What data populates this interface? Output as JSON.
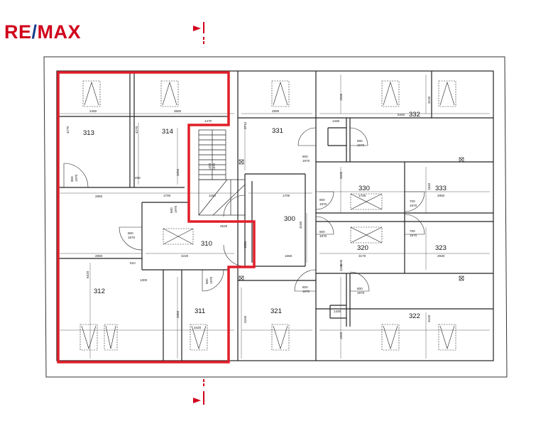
{
  "logo": {
    "part1": "RE",
    "slash": "/",
    "part2": "MAX"
  },
  "rooms": [
    {
      "id": "r313",
      "label": "313"
    },
    {
      "id": "r314",
      "label": "314"
    },
    {
      "id": "r331",
      "label": "331"
    },
    {
      "id": "r332",
      "label": "332"
    },
    {
      "id": "r330",
      "label": "330"
    },
    {
      "id": "r333",
      "label": "333"
    },
    {
      "id": "r310",
      "label": "310"
    },
    {
      "id": "r300",
      "label": "300"
    },
    {
      "id": "r320",
      "label": "320"
    },
    {
      "id": "r323",
      "label": "323"
    },
    {
      "id": "r312",
      "label": "312"
    },
    {
      "id": "r311",
      "label": "311"
    },
    {
      "id": "r321",
      "label": "321"
    },
    {
      "id": "r322",
      "label": "322"
    }
  ],
  "dimensions": [
    "2460",
    "3660",
    "1470",
    "2890",
    "1260",
    "6340",
    "4270",
    "4270",
    "3710",
    "1930",
    "490",
    "3350",
    "2850",
    "1700",
    "1150",
    "1700",
    "1700",
    "2850",
    "2520",
    "4220",
    "2850",
    "510",
    "1300",
    "3170",
    "2930",
    "6420",
    "3360",
    "3420",
    "3200",
    "1660",
    "1330",
    "3200",
    "1500",
    "3100",
    "3100",
    "3205",
    "3160",
    "1880",
    "3205",
    "1840",
    "800",
    "1970",
    "700",
    "1970",
    "800",
    "1970",
    "700",
    "1970",
    "800",
    "1970",
    "800",
    "1970",
    "800",
    "1970",
    "800",
    "1970",
    "800",
    "1970",
    "800",
    "1970",
    "800",
    "1970",
    "600",
    "1970",
    "1200",
    "1970"
  ]
}
